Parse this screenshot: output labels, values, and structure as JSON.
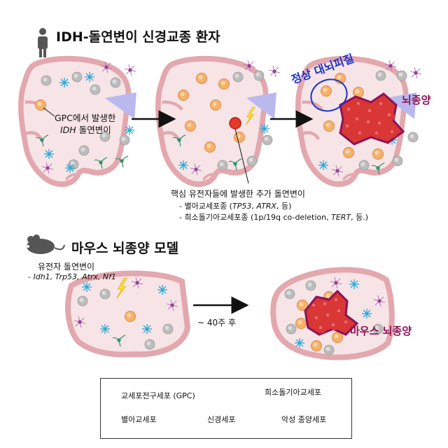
{
  "human": {
    "title": "IDH-돌연변이 신경교종 환자",
    "label_gpc_line1": "GPC에서 발생한",
    "label_gpc_idh": "IDH",
    "label_gpc_rest": " 돌연변이",
    "label_normal": "정상 대뇌피질",
    "label_tumor": "뇌종양",
    "additional_title": "핵심 유전자들에 발생한 추가 돌연변이",
    "line_astro_prefix": "- 별아교세포종 (",
    "line_astro_gene1": "TP53",
    "line_astro_sep": ", ",
    "line_astro_gene2": "ATRX",
    "line_astro_suffix": ", 등)",
    "line_oligo_prefix": "- 희소돌기아교세포종 (1p/19q co-deletion, ",
    "line_oligo_gene": "TERT",
    "line_oligo_suffix": ", 등.)"
  },
  "mouse": {
    "title": "마우스 뇌종양 모델",
    "mutation_title": "유전자 돌연변이",
    "genes_prefix": "- ",
    "genes": "Idh1, Trp53, Atrx, Nf1",
    "time_label": "~ 40주 후",
    "tumor_label": "마우스 뇌종양"
  },
  "legend": {
    "gpc": "교세포전구세포 (GPC)",
    "oligo": "희소돌기아교세포",
    "astro": "별아교세포",
    "neuron": "신경세포",
    "tumor": "악성 종양세포"
  },
  "colors": {
    "brain_fill": "#f6e4e6",
    "brain_edge": "#e3a7ae",
    "gpc_orange": "#f5b26b",
    "gray_cell": "#bcbcbc",
    "astro_blue": "#2aa7d8",
    "neuron_purple": "#9a3f9a",
    "oligo_green": "#2f8f6a",
    "tumor_red": "#d93636",
    "normal_label": "#1a33cc",
    "tumor_label": "#8b1357"
  },
  "icons": [
    "person-icon",
    "mouse-icon",
    "lightning-icon",
    "arrow-icon"
  ]
}
